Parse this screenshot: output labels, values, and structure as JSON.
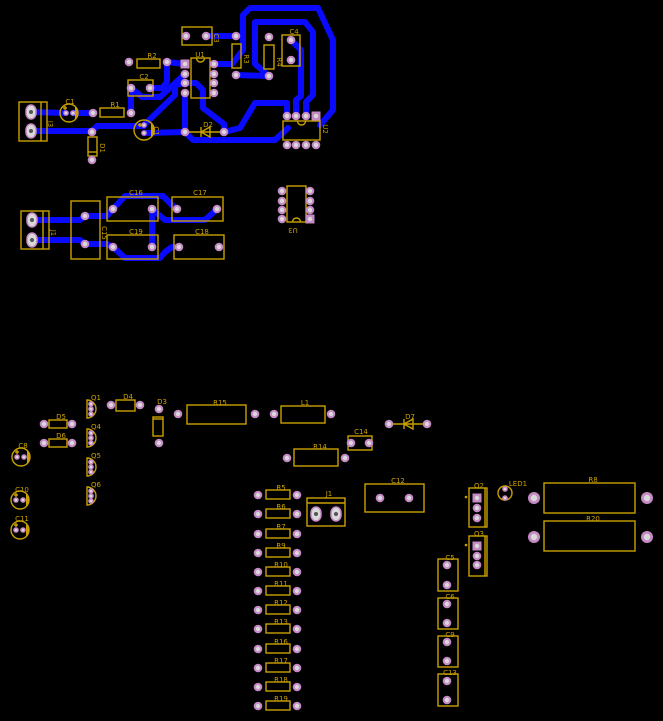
{
  "board": {
    "colors": {
      "background": "#000000",
      "silkscreen": "#c9a000",
      "copper_trace": "#0a0aff",
      "pad": "#c58ac5",
      "pad_hole": "#d9d9d9"
    }
  },
  "labels": {
    "J3": "J3",
    "C1": "C1",
    "R1": "R1",
    "D1": "D1",
    "C1b": "C1",
    "R2": "R2",
    "C2": "C2",
    "C3": "C3",
    "U1": "U1",
    "R3": "R3",
    "R4": "R4",
    "C4": "C4",
    "D2": "D2",
    "U2": "U2",
    "J1m": "J1",
    "C15": "C15",
    "C16": "C16",
    "C17": "C17",
    "C19": "C19",
    "C18": "C18",
    "U3": "U3",
    "D5": "D5",
    "D6": "D6",
    "C8": "C8",
    "C10": "C10",
    "C11": "C11",
    "Q1": "Q1",
    "Q4": "Q4",
    "Q5": "Q5",
    "Q6": "Q6",
    "D4": "D4",
    "D3": "D3",
    "R15": "R15",
    "L1": "L1",
    "D7": "D7",
    "C14": "C14",
    "R14": "R14",
    "R5": "R5",
    "R6": "R6",
    "R7": "R7",
    "R9": "R9",
    "R10": "R10",
    "R11": "R11",
    "R12": "R12",
    "R13": "R13",
    "R16": "R16",
    "R17": "R17",
    "R18": "R18",
    "R19": "R19",
    "J1": "J1",
    "C12": "C12",
    "Q2": "Q2",
    "Q3": "Q3",
    "LED1": "LED1",
    "R8": "R8",
    "R20": "R20",
    "C5": "C5",
    "C6": "C6",
    "C9": "C9",
    "C13": "C13"
  }
}
